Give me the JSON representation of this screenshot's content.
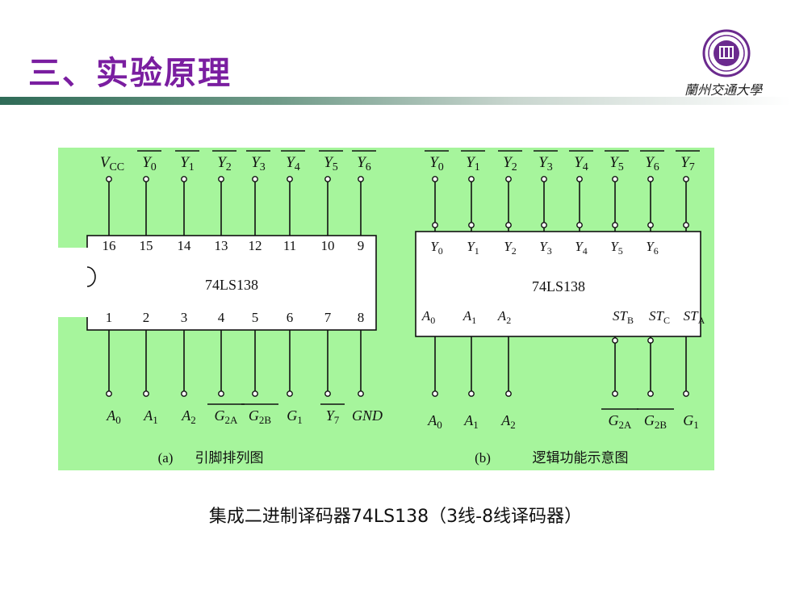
{
  "slide": {
    "title": "三、实验原理",
    "logo_text": "蘭州交通大學",
    "caption": "集成二进制译码器74LS138（3线-8线译码器）"
  },
  "diagram_a": {
    "chip_label": "74LS138",
    "caption_tag": "(a)",
    "caption_text": "引脚排列图",
    "top_pin_numbers": [
      "16",
      "15",
      "14",
      "13",
      "12",
      "11",
      "10",
      "9"
    ],
    "bottom_pin_numbers": [
      "1",
      "2",
      "3",
      "4",
      "5",
      "6",
      "7",
      "8"
    ],
    "top_signals": [
      {
        "base": "V",
        "sub": "CC",
        "bar": false
      },
      {
        "base": "Y",
        "sub": "0",
        "bar": true
      },
      {
        "base": "Y",
        "sub": "1",
        "bar": true
      },
      {
        "base": "Y",
        "sub": "2",
        "bar": true
      },
      {
        "base": "Y",
        "sub": "3",
        "bar": true
      },
      {
        "base": "Y",
        "sub": "4",
        "bar": true
      },
      {
        "base": "Y",
        "sub": "5",
        "bar": true
      },
      {
        "base": "Y",
        "sub": "6",
        "bar": true
      }
    ],
    "bottom_signals": [
      {
        "base": "A",
        "sub": "0",
        "bar": false
      },
      {
        "base": "A",
        "sub": "1",
        "bar": false
      },
      {
        "base": "A",
        "sub": "2",
        "bar": false
      },
      {
        "base": "G",
        "sub": "2A",
        "bar": true
      },
      {
        "base": "G",
        "sub": "2B",
        "bar": true
      },
      {
        "base": "G",
        "sub": "1",
        "bar": false
      },
      {
        "base": "Y",
        "sub": "7",
        "bar": true
      },
      {
        "base": "GND",
        "sub": "",
        "bar": false
      }
    ]
  },
  "diagram_b": {
    "chip_label": "74LS138",
    "caption_tag": "(b)",
    "caption_text": "逻辑功能示意图",
    "top_signals": [
      {
        "base": "Y",
        "sub": "0",
        "bar": true
      },
      {
        "base": "Y",
        "sub": "1",
        "bar": true
      },
      {
        "base": "Y",
        "sub": "2",
        "bar": true
      },
      {
        "base": "Y",
        "sub": "3",
        "bar": true
      },
      {
        "base": "Y",
        "sub": "4",
        "bar": true
      },
      {
        "base": "Y",
        "sub": "5",
        "bar": true
      },
      {
        "base": "Y",
        "sub": "6",
        "bar": true
      },
      {
        "base": "Y",
        "sub": "7",
        "bar": true
      }
    ],
    "inner_top": [
      {
        "base": "Y",
        "sub": "0"
      },
      {
        "base": "Y",
        "sub": "1"
      },
      {
        "base": "Y",
        "sub": "2"
      },
      {
        "base": "Y",
        "sub": "3"
      },
      {
        "base": "Y",
        "sub": "4"
      },
      {
        "base": "Y",
        "sub": "5"
      },
      {
        "base": "Y",
        "sub": "6"
      }
    ],
    "inner_bottom_left": [
      {
        "base": "A",
        "sub": "0"
      },
      {
        "base": "A",
        "sub": "1"
      },
      {
        "base": "A",
        "sub": "2"
      }
    ],
    "inner_bottom_right": [
      {
        "base": "ST",
        "sub": "B"
      },
      {
        "base": "ST",
        "sub": "C"
      },
      {
        "base": "ST",
        "sub": "A"
      }
    ],
    "bottom_left_signals": [
      {
        "base": "A",
        "sub": "0",
        "bar": false
      },
      {
        "base": "A",
        "sub": "1",
        "bar": false
      },
      {
        "base": "A",
        "sub": "2",
        "bar": false
      }
    ],
    "bottom_right_signals": [
      {
        "base": "G",
        "sub": "2A",
        "bar": true
      },
      {
        "base": "G",
        "sub": "2B",
        "bar": true
      },
      {
        "base": "G",
        "sub": "1",
        "bar": false
      }
    ]
  },
  "colors": {
    "title": "#7a1ea0",
    "panel": "#a6f59c",
    "logo": "#6b2a8e"
  }
}
